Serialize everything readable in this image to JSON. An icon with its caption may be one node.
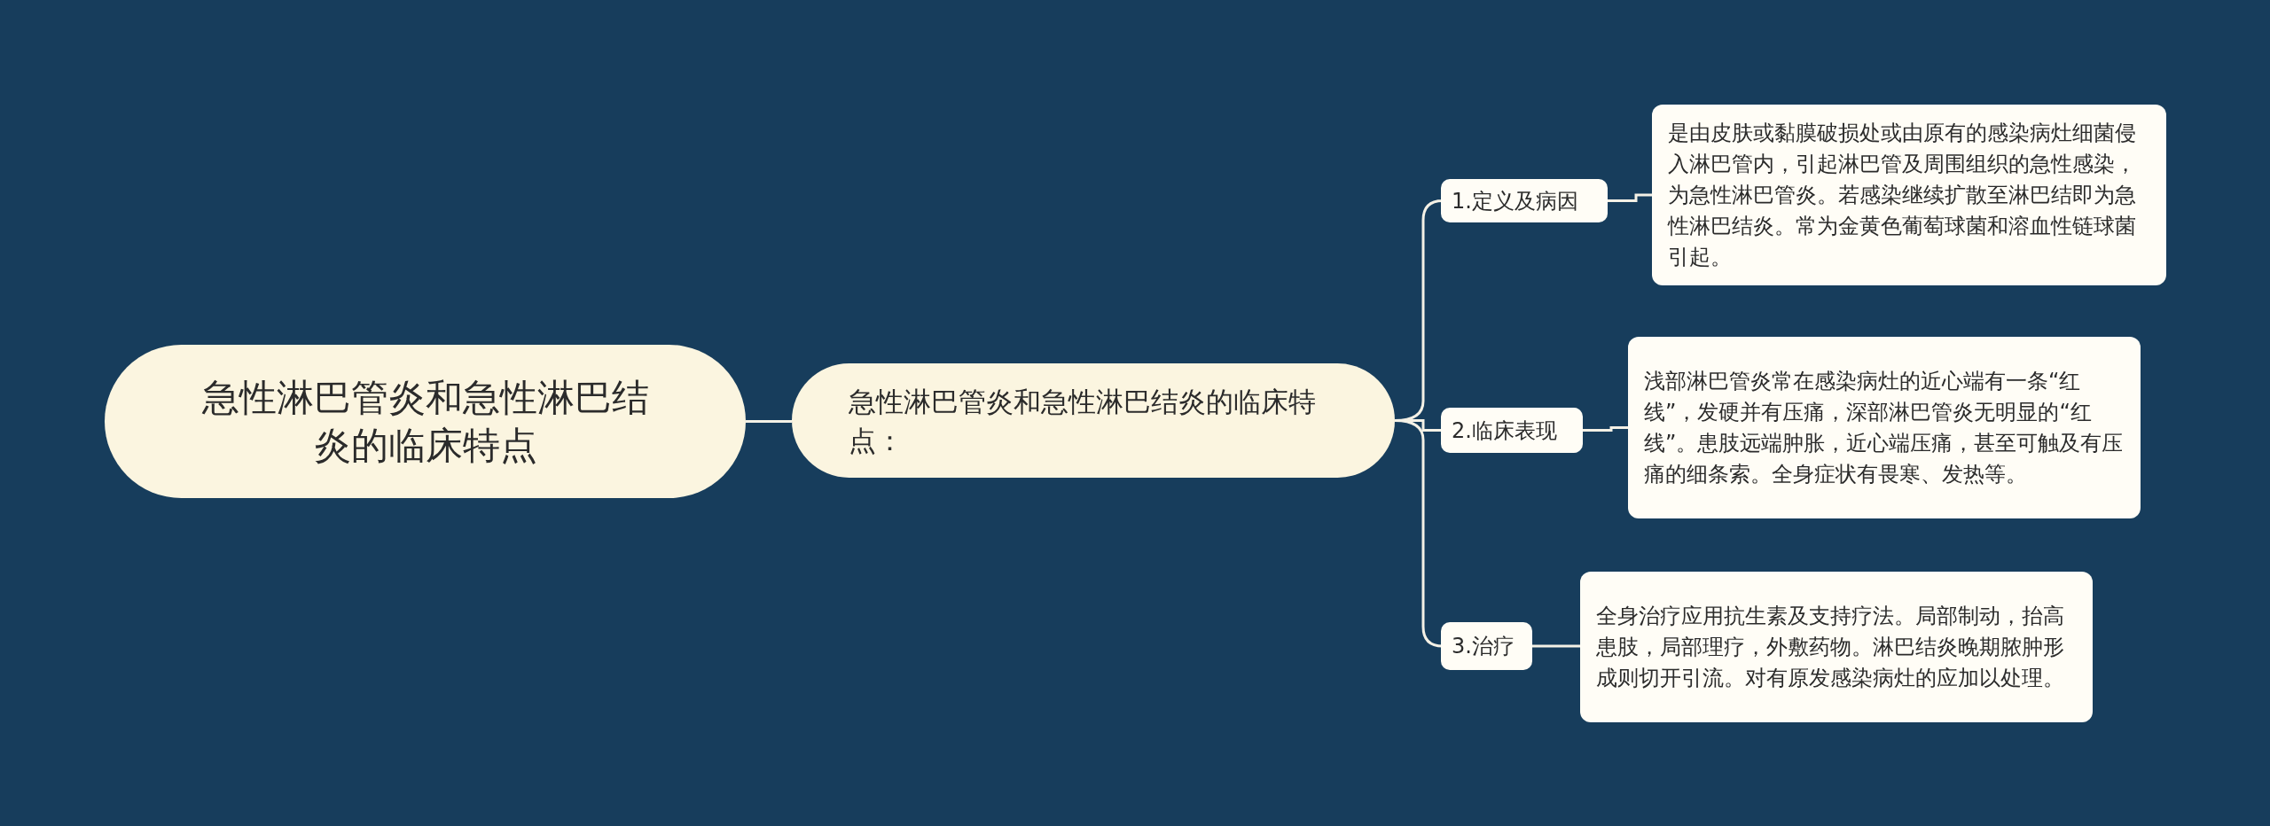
{
  "diagram": {
    "nodes": [
      {
        "text": [
          "急性淋巴管炎和急性淋巴结炎的临床特点"
        ]
      },
      {
        "text": [
          "急性淋巴管炎和急性淋巴结炎的临床特点："
        ]
      },
      {
        "text": [
          "1.定义及病因"
        ]
      },
      {
        "text": [
          "是由皮肤或黏膜破损处或由原有的感染病灶细菌侵入淋巴管内，引起淋巴管及周围组织的急性感染，为急性淋巴管炎。若感染继续扩散至淋巴结即为急性淋巴结炎。常为金黄色葡萄球菌和溶血性链球菌引起。"
        ]
      },
      {
        "text": [
          "2.临床表现"
        ]
      },
      {
        "text": [
          "浅部淋巴管炎常在感染病灶的近心端有一条“红线”，发硬并有压痛，深部淋巴管炎无明显的“红线”。患肢远端肿胀，近心端压痛，甚至可触及有压痛的细条索。全身症状有畏寒、发热等。"
        ]
      },
      {
        "text": [
          "3.治疗"
        ]
      },
      {
        "text": [
          "全身治疗应用抗生素及支持疗法。局部制动，抬高患肢，局部理疗，外敷药物。淋巴结炎晚期脓肿形成则切开引流。对有原发感染病灶的应加以处理。"
        ]
      }
    ],
    "edges": [
      {
        "from": 0,
        "to": 1,
        "arrow": "none"
      },
      {
        "from": 1,
        "to": 2,
        "arrow": "none"
      },
      {
        "from": 1,
        "to": 4,
        "arrow": "none"
      },
      {
        "from": 1,
        "to": 6,
        "arrow": "none"
      },
      {
        "from": 2,
        "to": 3,
        "arrow": "none"
      },
      {
        "from": 4,
        "to": 5,
        "arrow": "none"
      },
      {
        "from": 6,
        "to": 7,
        "arrow": "none"
      }
    ]
  }
}
